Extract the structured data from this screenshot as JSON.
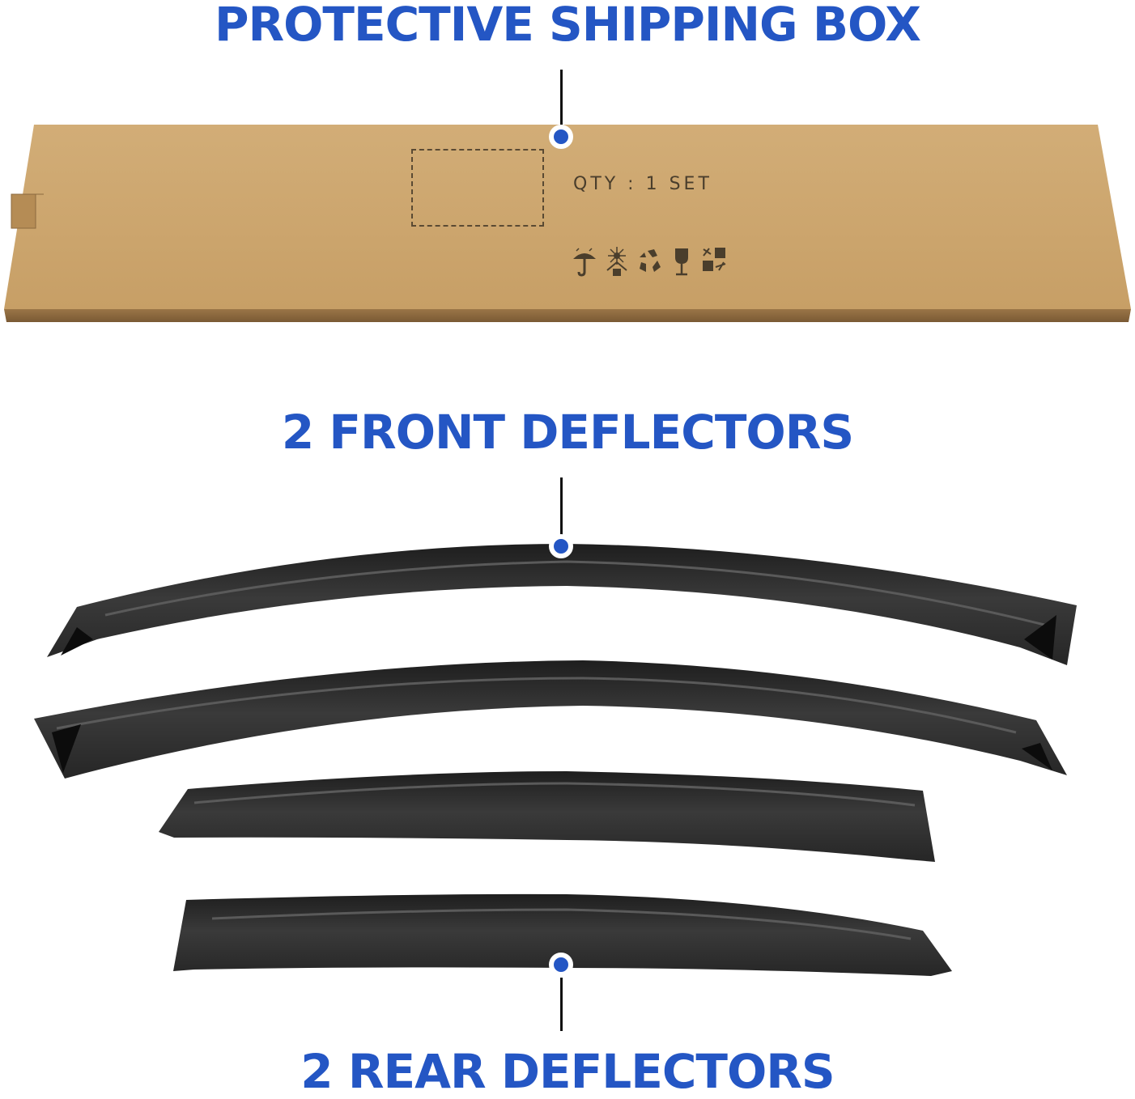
{
  "headings": {
    "box": "PROTECTIVE SHIPPING BOX",
    "front": "2 FRONT DEFLECTORS",
    "rear": "2 REAR DEFLECTORS"
  },
  "box": {
    "qty_label": "QTY : 1 SET",
    "handling_symbols": [
      "keep-dry-umbrella-icon",
      "keep-away-from-sunlight-icon",
      "recyclable-icon",
      "fragile-glass-icon",
      "do-not-stack-icon"
    ]
  },
  "colors": {
    "accent_blue": "#2456c4",
    "cardboard": "#c9a46d",
    "cardboard_edge": "#8a6a40",
    "deflector": "#2b2b2b"
  },
  "components": [
    {
      "name": "Protective shipping box",
      "count": 1
    },
    {
      "name": "Front deflectors",
      "count": 2
    },
    {
      "name": "Rear deflectors",
      "count": 2
    }
  ]
}
